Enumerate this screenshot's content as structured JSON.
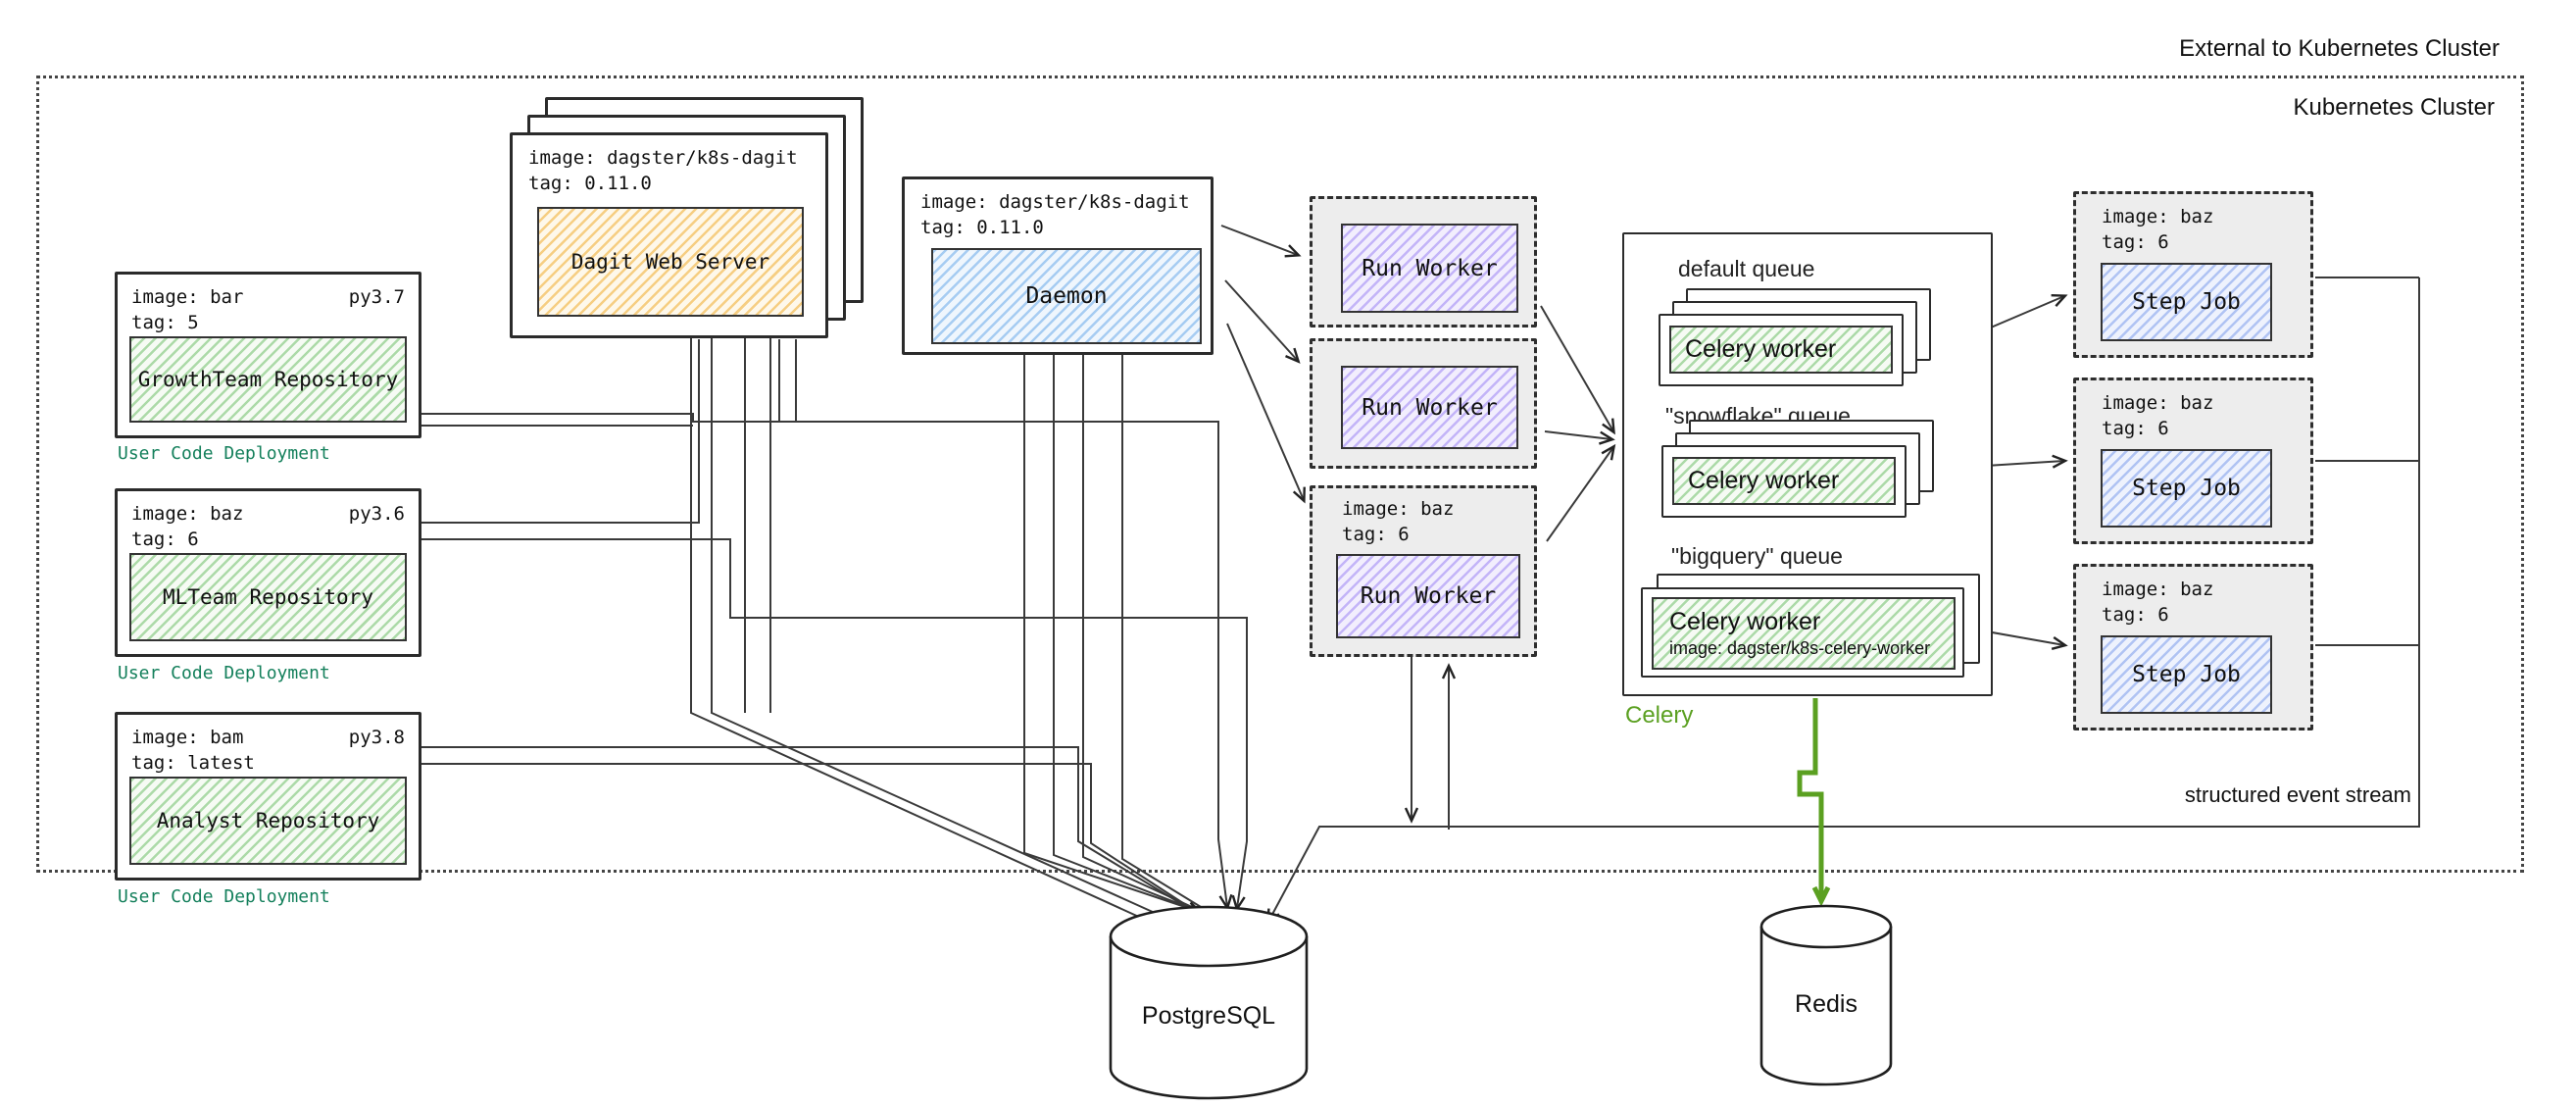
{
  "cluster": {
    "external_label": "External to Kubernetes Cluster",
    "label": "Kubernetes Cluster"
  },
  "repos": [
    {
      "image": "image: bar",
      "tag": "tag: 5",
      "py": "py3.7",
      "title": "GrowthTeam Repository",
      "caption": "User Code Deployment"
    },
    {
      "image": "image: baz",
      "tag": "tag: 6",
      "py": "py3.6",
      "title": "MLTeam Repository",
      "caption": "User Code Deployment"
    },
    {
      "image": "image: bam",
      "tag": "tag: latest",
      "py": "py3.8",
      "title": "Analyst Repository",
      "caption": "User Code Deployment"
    }
  ],
  "dagit": {
    "image": "image: dagster/k8s-dagit",
    "tag": "tag: 0.11.0",
    "title": "Dagit Web Server"
  },
  "daemon": {
    "image": "image: dagster/k8s-dagit",
    "tag": "tag: 0.11.0",
    "title": "Daemon"
  },
  "run_workers": [
    {
      "title": "Run Worker"
    },
    {
      "title": "Run Worker"
    },
    {
      "image": "image: baz",
      "tag": "tag: 6",
      "title": "Run Worker"
    }
  ],
  "celery": {
    "label": "Celery",
    "queues": [
      {
        "name": "default queue",
        "worker": "Celery worker"
      },
      {
        "name": "\"snowflake\" queue",
        "worker": "Celery worker"
      },
      {
        "name": "\"bigquery\" queue",
        "worker": "Celery worker",
        "worker_image": "image: dagster/k8s-celery-worker"
      }
    ]
  },
  "step_jobs": [
    {
      "image": "image: baz",
      "tag": "tag: 6",
      "title": "Step Job"
    },
    {
      "image": "image: baz",
      "tag": "tag: 6",
      "title": "Step Job"
    },
    {
      "image": "image: baz",
      "tag": "tag: 6",
      "title": "Step Job"
    }
  ],
  "databases": {
    "postgres": "PostgreSQL",
    "redis": "Redis"
  },
  "annotations": {
    "event_stream": "structured event stream"
  },
  "colors": {
    "repo_green": "#6ebe69",
    "dagit_orange": "#f2b74a",
    "daemon_blue": "#75b0eb",
    "worker_purple": "#947af2",
    "stepjob_blue": "#7c9ceb",
    "celery_hatch_green": "#8cc63f",
    "caption_teal": "#15805c",
    "celery_label_green": "#5ba021",
    "container_gray": "#ededed"
  }
}
